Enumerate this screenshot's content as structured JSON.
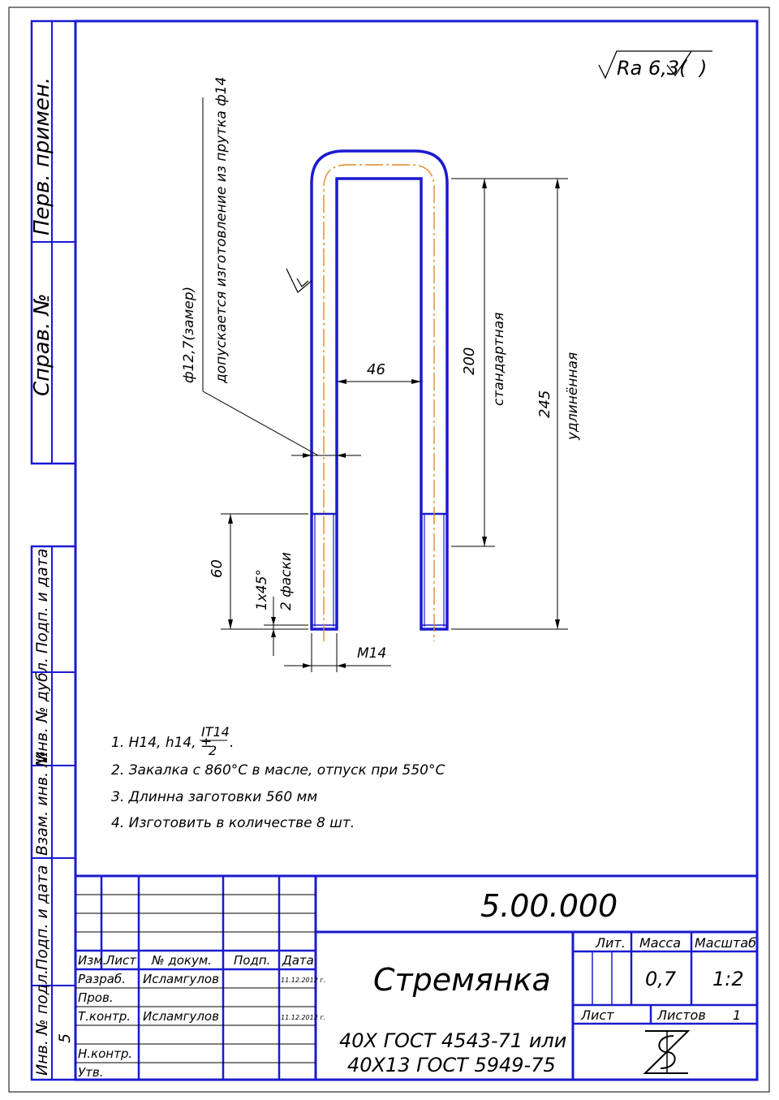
{
  "roughness": "Ra 6,3(",
  "roughness_close": ")",
  "side_stamps": {
    "perv_primen": "Перв. примен.",
    "sprav_no": "Справ. №",
    "podp_data_1": "Подп. и дата",
    "inv_dubl": "Инв. № дубл.",
    "vzam_inv": "Взам. инв. №",
    "podp_data_2": "Подп. и дата",
    "inv_podl": "Инв. № подл.",
    "inv_podl_value": "5"
  },
  "drawing": {
    "note_diameter": "ф12,7(замер)",
    "note_material": "допускается изготовление из прутка ф14",
    "dim_width": "46",
    "dim_std_value": "200",
    "dim_std_label": "стандартная",
    "dim_long_value": "245",
    "dim_long_label": "удлинённая",
    "dim_thread_len": "60",
    "chamfer": "1x45°",
    "chamfer_count": "2 фаски",
    "thread": "M14"
  },
  "notes": {
    "n1_prefix": "1. H14, h14, ±",
    "n1_num": "IT14",
    "n1_den": "2",
    "n1_dot": ".",
    "n2": "2. Закалка с 860°С в масле, отпуск при 550°С",
    "n3": "3. Длинна заготовки 560 мм",
    "n4": "4. Изготовить в количестве 8 шт."
  },
  "title_block": {
    "doc_number": "5.00.000",
    "part_name": "Стремянка",
    "material_line1": "40Х ГОСТ 4543-71 или",
    "material_line2": "40Х13 ГОСТ 5949-75",
    "col_izm": "Изм.",
    "col_list": "Лист",
    "col_docum": "№ докум.",
    "col_podp": "Подп.",
    "col_data": "Дата",
    "row_razrab": "Разраб.",
    "row_prov": "Пров.",
    "row_tkontr": "Т.контр.",
    "row_nkontr": "Н.контр.",
    "row_utv": "Утв.",
    "razrab_name": "Исламгулов",
    "razrab_date": "11.12.2012 г.",
    "tkontr_name": "Исламгулов",
    "tkontr_date": "11.12.2012 г.",
    "lit": "Лит.",
    "massa": "Масса",
    "masshtab": "Масштаб",
    "massa_value": "0,7",
    "masshtab_value": "1:2",
    "list": "Лист",
    "listov": "Листов",
    "listov_value": "1"
  }
}
